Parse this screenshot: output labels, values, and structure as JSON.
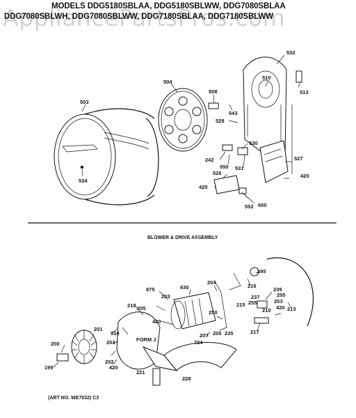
{
  "header": {
    "line1": "MODELS DDG5180SBLAA, DDG5180SBLWW, DDG7080SBLAA",
    "line2": "DDG7080SBLWH, DDG7080SBLWW, DDG7180SBLAA, DDG7180SBLWW",
    "line3": "",
    "watermark": "AppliancePartsPros.com"
  },
  "section_title": "BLOWER & DRIVE ASSEMBLY",
  "form_label": "FORM J",
  "footer": "(ART NO. WE7532) C3",
  "parts_top": [
    {
      "label": "532"
    },
    {
      "label": "510"
    },
    {
      "label": "513"
    },
    {
      "label": "504"
    },
    {
      "label": "508"
    },
    {
      "label": "503"
    },
    {
      "label": "543"
    },
    {
      "label": "528"
    },
    {
      "label": "530"
    },
    {
      "label": "242"
    },
    {
      "label": "550"
    },
    {
      "label": "531"
    },
    {
      "label": "527"
    },
    {
      "label": "526"
    },
    {
      "label": "420"
    },
    {
      "label": "534"
    },
    {
      "label": "552"
    },
    {
      "label": "650"
    },
    {
      "label": "420"
    }
  ],
  "parts_bottom": [
    {
      "label": "195"
    },
    {
      "label": "216"
    },
    {
      "label": "239"
    },
    {
      "label": "237"
    },
    {
      "label": "255"
    },
    {
      "label": "253"
    },
    {
      "label": "255"
    },
    {
      "label": "875"
    },
    {
      "label": "630"
    },
    {
      "label": "204"
    },
    {
      "label": "203"
    },
    {
      "label": "218"
    },
    {
      "label": "205"
    },
    {
      "label": "250"
    },
    {
      "label": "215"
    },
    {
      "label": "210"
    },
    {
      "label": "420"
    },
    {
      "label": "213"
    },
    {
      "label": "201"
    },
    {
      "label": "420"
    },
    {
      "label": "510"
    },
    {
      "label": "207"
    },
    {
      "label": "205"
    },
    {
      "label": "235"
    },
    {
      "label": "217"
    },
    {
      "label": "724"
    },
    {
      "label": "200"
    },
    {
      "label": "203"
    },
    {
      "label": "202"
    },
    {
      "label": "199"
    },
    {
      "label": "420"
    },
    {
      "label": "221"
    },
    {
      "label": "228"
    }
  ]
}
